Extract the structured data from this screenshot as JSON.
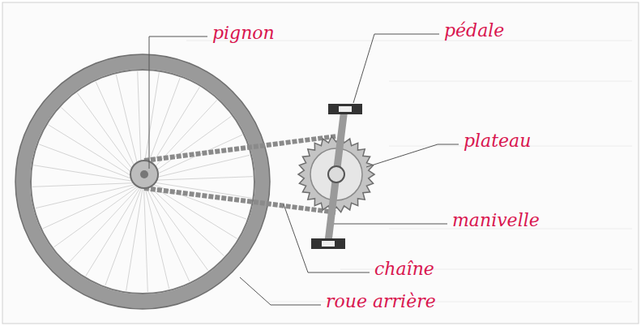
{
  "diagram": {
    "labels": [
      "pignon",
      "pédale",
      "plateau",
      "manivelle",
      "chaîne",
      "roue arrière"
    ]
  }
}
